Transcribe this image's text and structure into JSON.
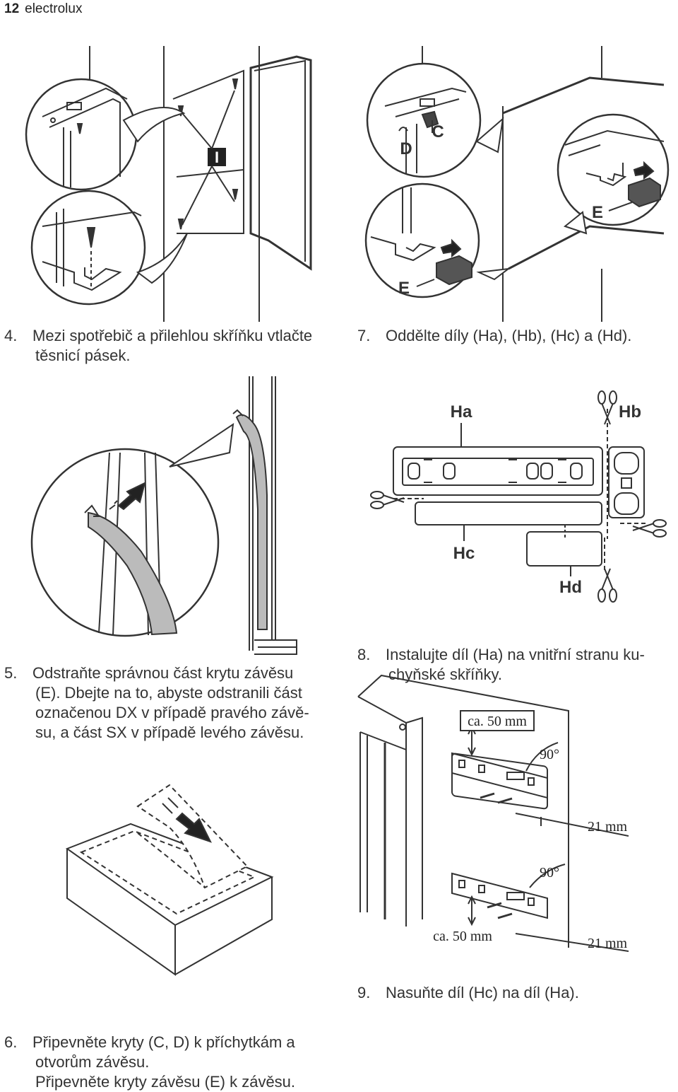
{
  "header": {
    "page_number": "12",
    "brand": "electrolux"
  },
  "steps": {
    "s4": {
      "num": "4.",
      "line1": "Mezi spotřebič a přilehlou skříňku vtlačte",
      "line2": "těsnicí pásek."
    },
    "s5": {
      "num": "5.",
      "line1": "Odstraňte správnou část krytu závěsu",
      "line2": "(E). Dbejte na to, abyste odstranili část",
      "line3": "označenou DX v případě pravého závě-",
      "line4": "su, a část SX v případě levého závěsu."
    },
    "s6": {
      "num": "6.",
      "line1": "Připevněte kryty (C, D) k příchytkám a",
      "line2": "otvorům závěsu.",
      "line3": "Připevněte kryty závěsu (E) k závěsu."
    },
    "s7": {
      "num": "7.",
      "line1": "Oddělte díly (Ha), (Hb), (Hc) a (Hd)."
    },
    "s8": {
      "num": "8.",
      "line1": "Instalujte díl (Ha) na vnitřní stranu ku-",
      "line2": "chyňské skříňky."
    },
    "s9": {
      "num": "9.",
      "line1": "Nasuňte díl (Hc) na díl (Ha)."
    }
  },
  "labels": {
    "I": "I",
    "C": "C",
    "D": "D",
    "E_top": "E",
    "E_bottom": "E",
    "Ha": "Ha",
    "Hb": "Hb",
    "Hc": "Hc",
    "Hd": "Hd",
    "ca50_top": "ca. 50 mm",
    "ca50_bottom": "ca. 50 mm",
    "deg90_top": "90°",
    "deg90_bottom": "90°",
    "mm21_top": "21 mm",
    "mm21_bottom": "21 mm"
  }
}
